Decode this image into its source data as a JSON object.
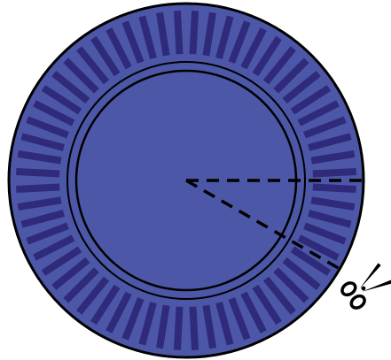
{
  "diagram": {
    "description_name": "plate-with-cut-sector",
    "colors": {
      "plate_fill": "#4d57a8",
      "rim_stripe": "#2f2a7a",
      "outline": "#000000",
      "background": "#ffffff"
    },
    "rim_stripe_count": 60,
    "cut_sector": {
      "start_angle_deg": 0,
      "end_angle_deg": 30,
      "line_style": "dashed"
    },
    "icons": {
      "scissors": "scissors-icon"
    }
  }
}
